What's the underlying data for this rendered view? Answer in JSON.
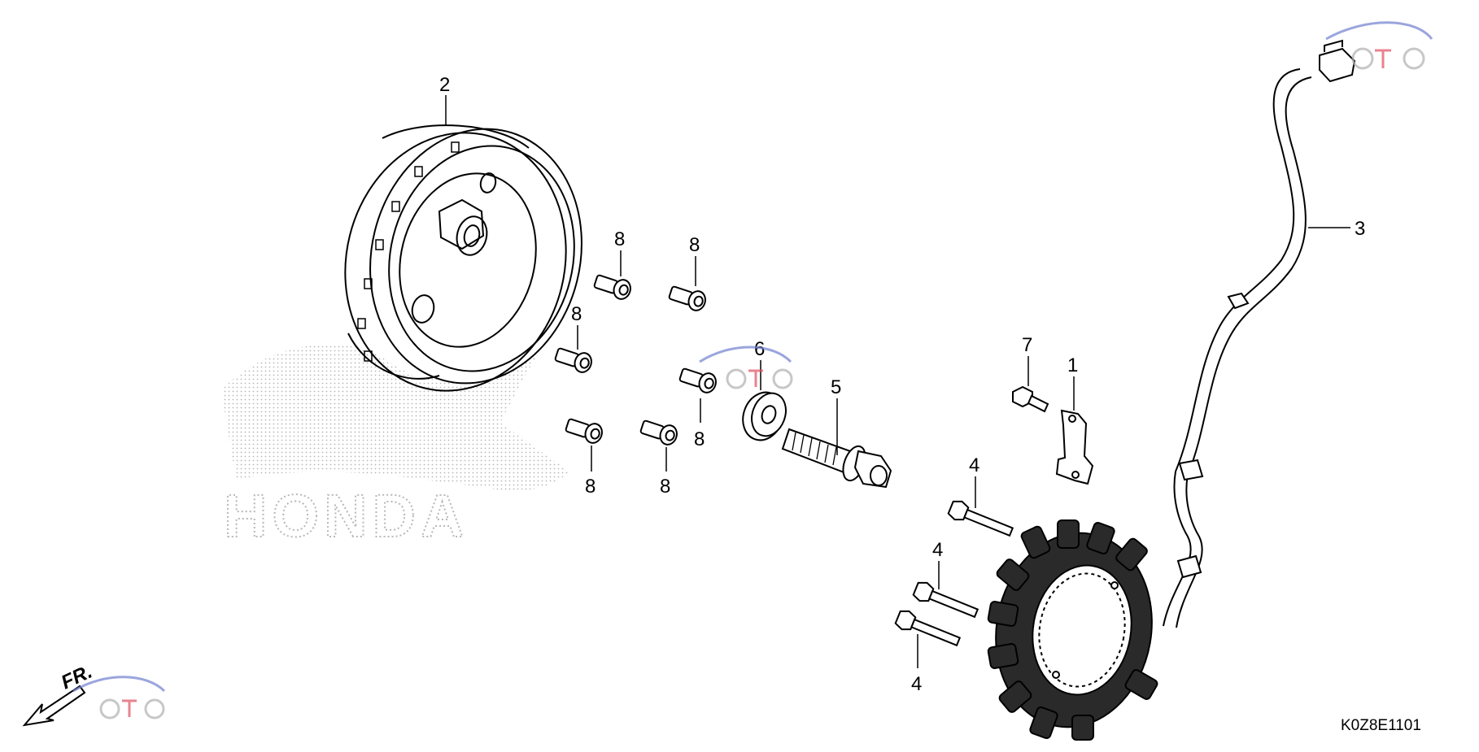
{
  "diagram": {
    "parts": [
      {
        "id": "part-1",
        "label": "1"
      },
      {
        "id": "part-2",
        "label": "2"
      },
      {
        "id": "part-3",
        "label": "3"
      },
      {
        "id": "part-4a",
        "label": "4"
      },
      {
        "id": "part-4b",
        "label": "4"
      },
      {
        "id": "part-4c",
        "label": "4"
      },
      {
        "id": "part-5",
        "label": "5"
      },
      {
        "id": "part-6",
        "label": "6"
      },
      {
        "id": "part-7",
        "label": "7"
      },
      {
        "id": "part-8a",
        "label": "8"
      },
      {
        "id": "part-8b",
        "label": "8"
      },
      {
        "id": "part-8c",
        "label": "8"
      },
      {
        "id": "part-8d",
        "label": "8"
      },
      {
        "id": "part-8e",
        "label": "8"
      },
      {
        "id": "part-8f",
        "label": "8"
      }
    ],
    "drawing_code": "K0Z8E1101",
    "front_arrow_label": "FR.",
    "background_logo": "HONDA"
  },
  "colors": {
    "line": "#000000",
    "logo_dots": "#b8b8b8",
    "watermark_red": "#e05060",
    "watermark_blue": "#7080d0",
    "watermark_gray": "#b0b0b0"
  }
}
